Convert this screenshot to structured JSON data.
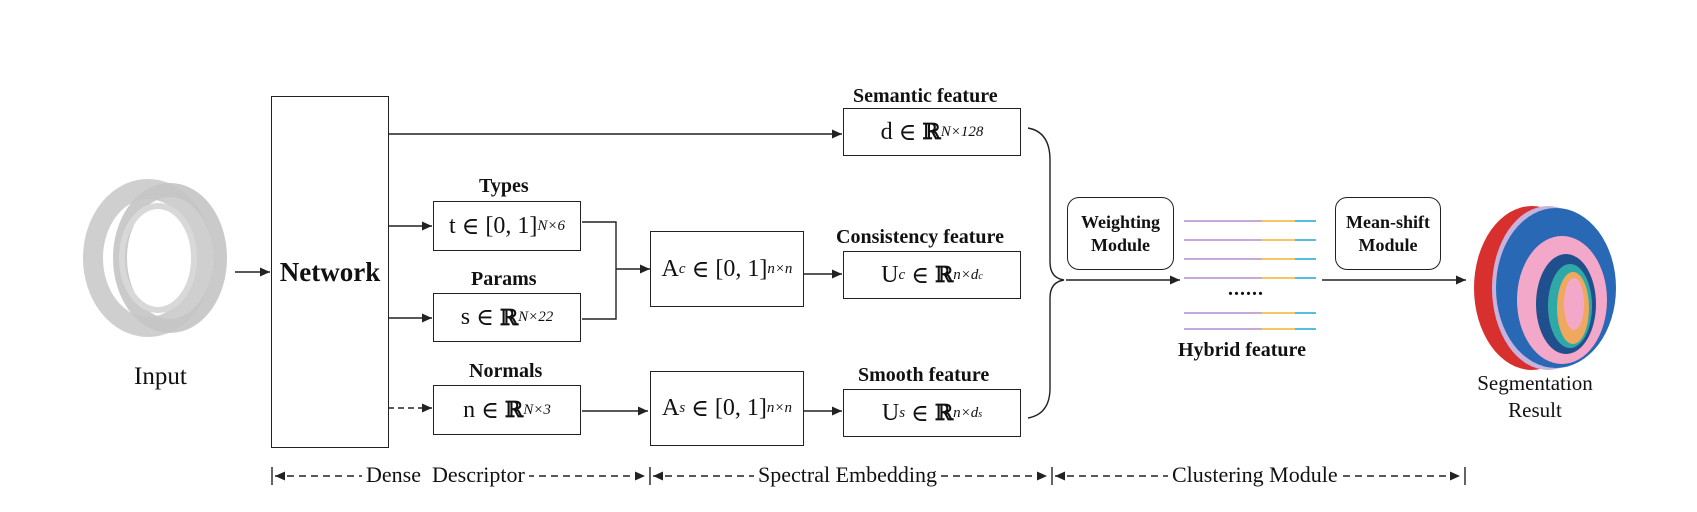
{
  "input_label": "Input",
  "network_label": "Network",
  "titles": {
    "semantic": "Semantic feature",
    "types": "Types",
    "params": "Params",
    "normals": "Normals",
    "consistency": "Consistency feature",
    "smooth": "Smooth feature",
    "hybrid": "Hybrid feature"
  },
  "formulas": {
    "semantic": {
      "base": "d",
      "set": "ℝ",
      "exp": "N×128"
    },
    "types": {
      "base": "t",
      "set": "[0, 1]",
      "exp": "N×6"
    },
    "params": {
      "base": "s",
      "set": "ℝ",
      "exp": "N×22"
    },
    "normals": {
      "base": "n",
      "set": "ℝ",
      "exp": "N×3"
    },
    "ac": {
      "base": "A",
      "sub": "c",
      "set": "[0, 1]",
      "exp": "n×n"
    },
    "as": {
      "base": "A",
      "sub": "s",
      "set": "[0, 1]",
      "exp": "n×n"
    },
    "uc": {
      "base": "U",
      "sub": "c",
      "set": "ℝ",
      "exp": "n×d",
      "exp_sub": "c"
    },
    "us": {
      "base": "U",
      "sub": "s",
      "set": "ℝ",
      "exp": "n×d",
      "exp_sub": "s"
    }
  },
  "modules": {
    "weighting": [
      "Weighting",
      "Module"
    ],
    "meanshift": [
      "Mean-shift",
      "Module"
    ]
  },
  "hybrid_dots": "......",
  "output_label": [
    "Segmentation",
    "Result"
  ],
  "sections": [
    "Dense  Descriptor",
    "Spectral Embedding",
    "Clustering Module"
  ],
  "colors": {
    "stroke": "#222222",
    "feature_purple": "#b48ccf",
    "feature_orange": "#f2b233",
    "feature_cyan": "#1fa7d8",
    "ring_blue": "#2868b5",
    "ring_red": "#d8302f",
    "ring_pink": "#f3a8c9",
    "ring_lavender": "#c6b2dc",
    "ring_orange": "#f0a85f",
    "ring_teal": "#2fa9a7",
    "input_gray": "#c8c8c8"
  }
}
